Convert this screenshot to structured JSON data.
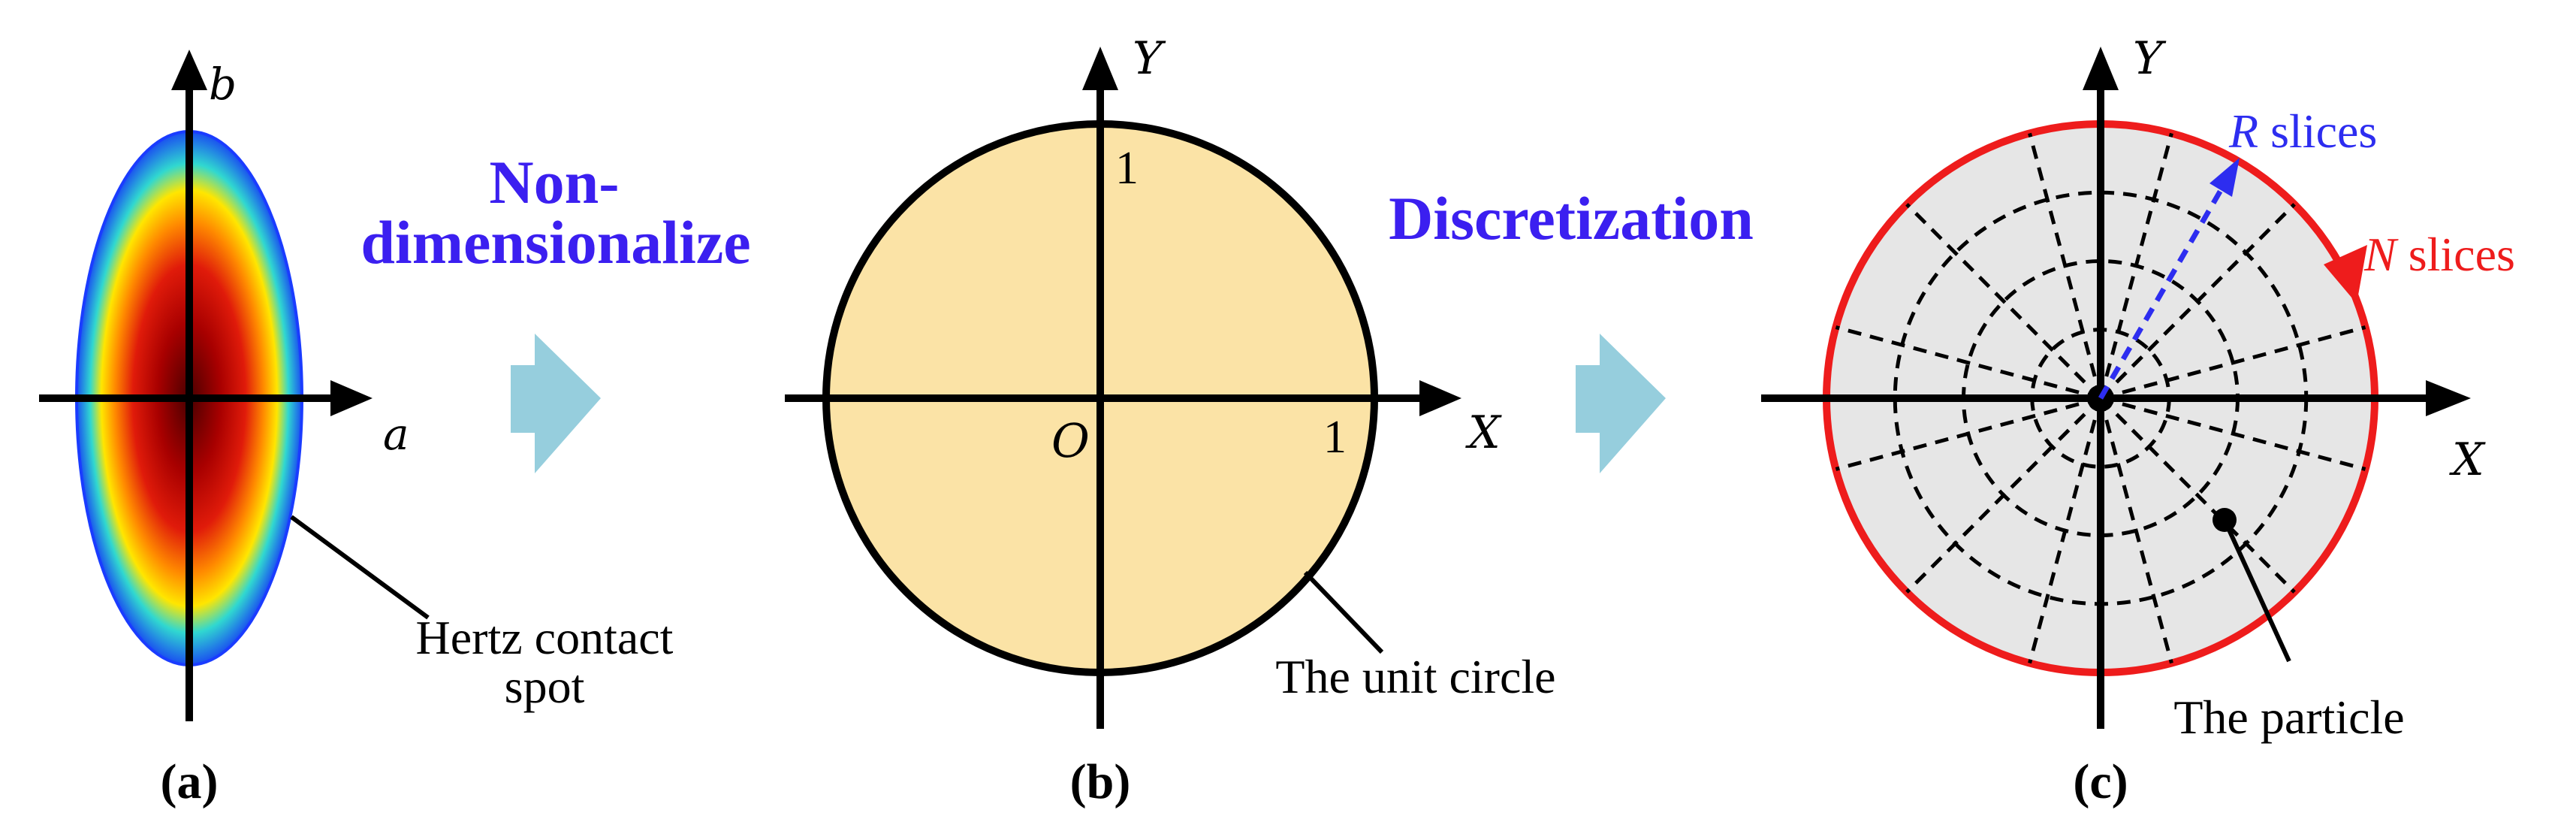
{
  "panel_a": {
    "axis_b": "b",
    "axis_a": "a",
    "label_line1": "Hertz contact",
    "label_line2": "spot",
    "caption": "(a)"
  },
  "step1": {
    "line1": "Non-",
    "line2": "dimensionalize"
  },
  "panel_b": {
    "axis_y": "Y",
    "axis_x": "X",
    "origin": "O",
    "tick_y": "1",
    "tick_x": "1",
    "label": "The unit circle",
    "caption": "(b)"
  },
  "step2": {
    "label": "Discretization"
  },
  "panel_c": {
    "axis_y": "Y",
    "axis_x": "X",
    "r_var": "R",
    "r_text": " slices",
    "n_var": "N",
    "n_text": " slices",
    "label": "The particle",
    "caption": "(c)"
  },
  "colors": {
    "step_text": "#3b1ff0",
    "arrow_fill": "#96cedd",
    "unit_circle_fill": "#fbe3a6",
    "disc_fill": "#e6e6e6",
    "n_slices": "#ee1c1c",
    "r_slices": "#2d2df0"
  },
  "icons": {
    "flow_arrow_1": "right-arrow-icon",
    "flow_arrow_2": "right-arrow-icon"
  }
}
